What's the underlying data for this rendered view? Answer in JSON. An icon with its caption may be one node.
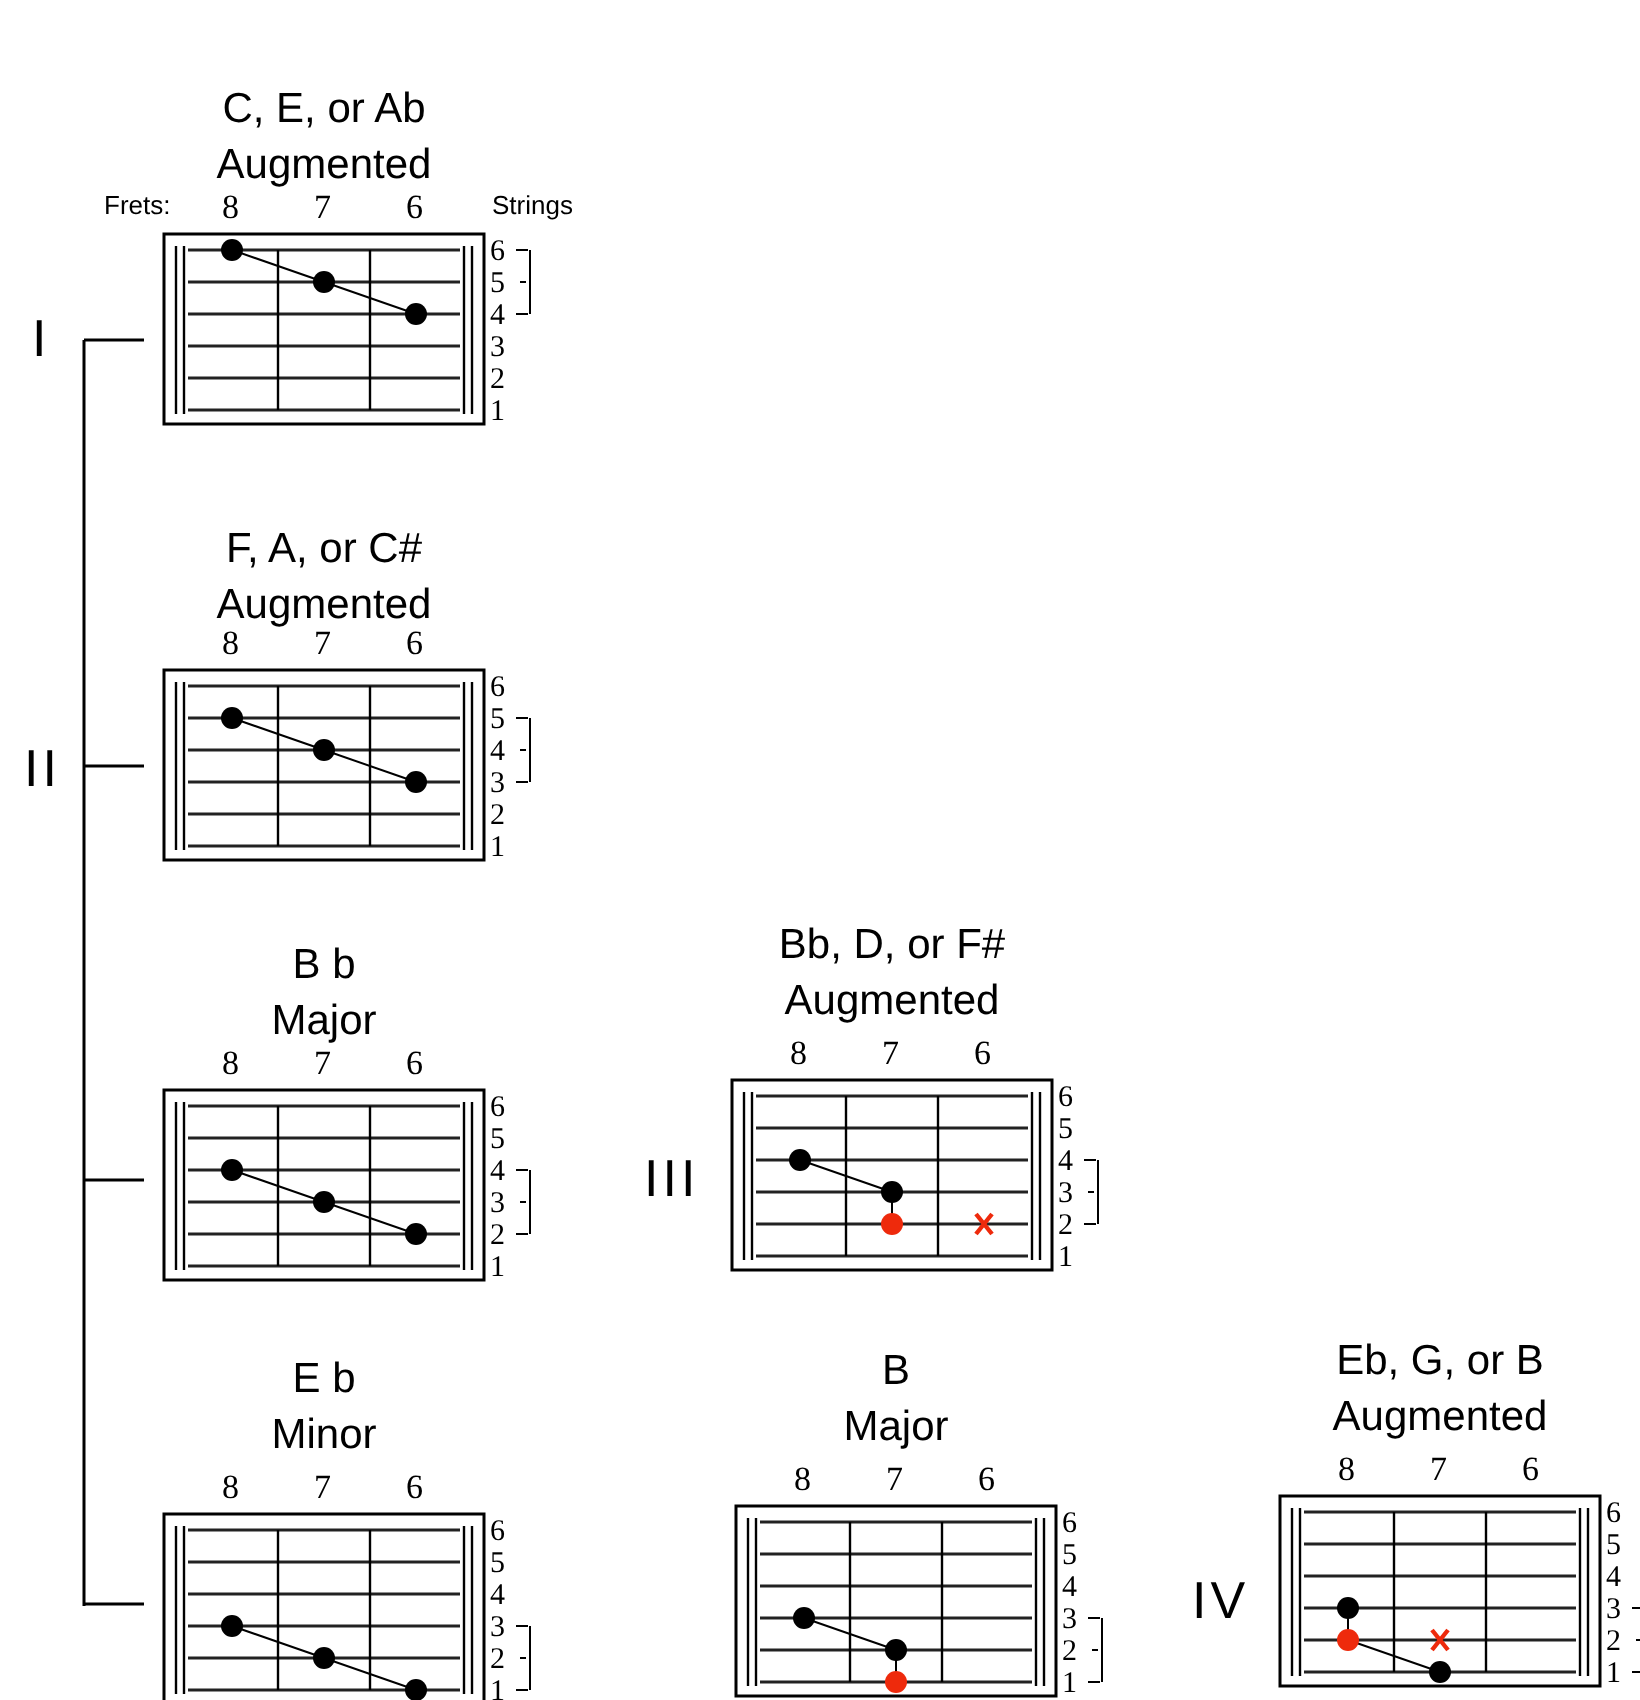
{
  "diagram": {
    "nodes": [
      {
        "text": [
          "C, E, or Ab",
          "Augmented"
        ],
        "beside": [
          "Frets:",
          "8",
          "7",
          "6",
          "Strings",
          "6",
          "5",
          "4",
          "3",
          "2",
          "1"
        ]
      },
      {
        "text": [
          "F, A, or C#",
          "Augmented"
        ],
        "beside": [
          "8",
          "7",
          "6",
          "6",
          "5",
          "4",
          "3",
          "2",
          "1"
        ]
      },
      {
        "text": [
          "B b",
          "Major"
        ],
        "beside": [
          "8",
          "7",
          "6",
          "6",
          "5",
          "4",
          "3",
          "2",
          "1"
        ]
      },
      {
        "text": [
          "Bb, D, or F#",
          "Augmented"
        ],
        "beside": [
          "8",
          "7",
          "6",
          "6",
          "5",
          "4",
          "3",
          "2",
          "1"
        ]
      },
      {
        "text": [
          "E b",
          "Minor"
        ],
        "beside": [
          "8",
          "7",
          "6",
          "6",
          "5",
          "4",
          "3",
          "2",
          "1"
        ]
      },
      {
        "text": [
          "B",
          "Major"
        ],
        "beside": [
          "8",
          "7",
          "6",
          "6",
          "5",
          "4",
          "3",
          "2",
          "1"
        ]
      },
      {
        "text": [
          "Eb, G, or B",
          "Augmented"
        ],
        "beside": [
          "8",
          "7",
          "6",
          "6",
          "5",
          "4",
          "3",
          "2",
          "1"
        ]
      }
    ],
    "edges": [],
    "labels": [
      "I",
      "II",
      "III",
      "IV"
    ]
  }
}
